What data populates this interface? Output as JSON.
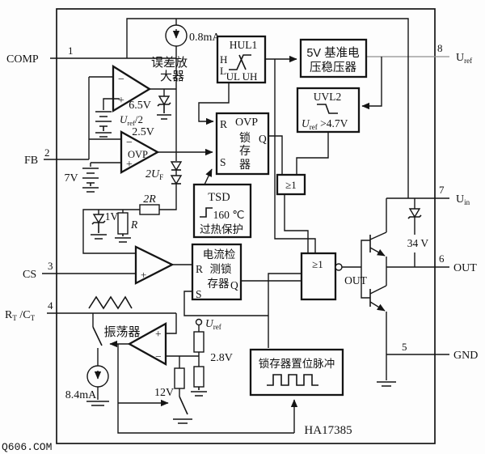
{
  "meta": {
    "watermark": "Q606.COM",
    "chip": "HA17385"
  },
  "pins": {
    "p1": {
      "num": "1",
      "label": "COMP"
    },
    "p2": {
      "num": "2",
      "label": "FB"
    },
    "p3": {
      "num": "3",
      "label": "CS"
    },
    "p4": {
      "num": "4",
      "base1": "R",
      "sub1": "T",
      "base2": " /C",
      "sub2": "T"
    },
    "p5": {
      "num": "5",
      "label": "GND"
    },
    "p6": {
      "num": "6",
      "label": "OUT"
    },
    "p7": {
      "num": "7",
      "base": "U",
      "sub": "in"
    },
    "p8": {
      "num": "8",
      "base": "U",
      "sub": "ref"
    }
  },
  "blocks": {
    "hul1": {
      "title": "HUL1",
      "h": "H",
      "l": "L",
      "bottom": "UL UH"
    },
    "ref5v": {
      "line1": "5V 基准电",
      "line2": "压稳压器"
    },
    "uvl2": {
      "title": "UVL2",
      "base": "U",
      "sub": "ref",
      "cond": " >4.7V"
    },
    "ovp_latch": {
      "title": "OVP",
      "c1": "锁",
      "c2": "存",
      "c3": "器",
      "r": "R",
      "s": "S",
      "q": "Q"
    },
    "tsd": {
      "title": "TSD",
      "temp": "160 ℃",
      "caption": "过热保护"
    },
    "or_small": {
      "label": "≥1"
    },
    "cs_latch": {
      "line1": "电流检",
      "line2": "测锁",
      "line3": "存器",
      "r": "R",
      "s": "S",
      "q": "Q"
    },
    "nor_main": {
      "label": "≥1",
      "out_label": "OUT"
    },
    "pulse": {
      "title": "锁存器置位脉冲"
    }
  },
  "amps": {
    "error": {
      "line1": "误差放",
      "line2": "大器",
      "minus": "−",
      "plus": "+"
    },
    "ovp": {
      "label": "OVP",
      "minus": "−",
      "plus": "+"
    },
    "cs": {
      "plus": "+"
    },
    "osc": {
      "label": "振荡器",
      "plus": "+",
      "minus": "−"
    }
  },
  "vals": {
    "i_comp": "0.8mA",
    "clamp": "6.5V",
    "uref2": {
      "base": "U",
      "sub": "ref",
      "tail": "/2"
    },
    "ea_ref": "2.5V",
    "ovp_ref": "7V",
    "vf": {
      "base": "2U",
      "sub": "F"
    },
    "r2": "2R",
    "v1": "1V",
    "r": "R",
    "zout": "34 V",
    "osc_i": "8.4mA",
    "div": "2.8V",
    "v12": "12V",
    "uref_tap": {
      "base": "U",
      "sub": "ref"
    }
  }
}
